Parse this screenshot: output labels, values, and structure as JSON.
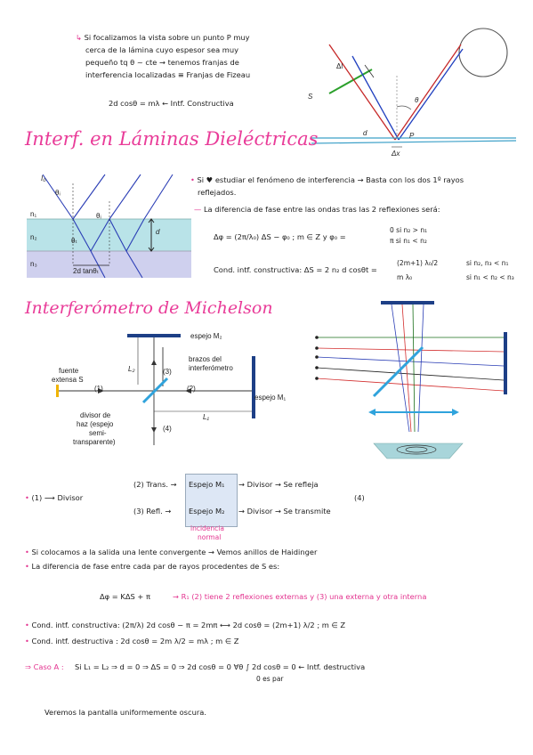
{
  "intro": {
    "line1": "Si focalizamos la vista sobre un punto P muy",
    "line2": "cerca de la lámina cuyo espesor sea muy",
    "line3": "pequeño tq θ ~ cte → tenemos franjas de",
    "line4": "interferencia localizadas ≡ Franjas de Fizeau",
    "formula": "2d cosθ = mλ ← Intf. Constructiva"
  },
  "fig1_labels": {
    "dl": "Δl",
    "s": "S",
    "theta": "θ",
    "d": "d",
    "p": "P",
    "dx": "Δx"
  },
  "section1": {
    "title": "Interf. en Láminas Dieléctricas",
    "bullet1a": "Si ♥ estudiar el fenómeno de interferencia → Basta con los dos 1º rayos",
    "bullet1b": "reflejados.",
    "bullet2a": "La diferencia de fase entre las ondas tras las 2 reflexiones será:",
    "phase": "Δφ = (2π/λ₀) ΔS − φ₀ ;  m ∈ Z  y  φ₀ =",
    "phase_c1": "0  si n₂ > n₁",
    "phase_c2": "π  si n₁ < n₂",
    "cond": "Cond. intf. constructiva:  ΔS = 2 n₂ d cosθt =",
    "cond_c1": "(2m+1) λ₀/2",
    "cond_c1r": "si n₂, n₃ < n₁",
    "cond_c2": "m λ₀",
    "cond_c2r": "si n₁ < n₂ < n₃"
  },
  "fig2_labels": {
    "i0": "I₀",
    "ti": "θᵢ",
    "ti2": "θᵢ",
    "tt": "θₜ",
    "n1": "n₁",
    "n2": "n₂",
    "n3": "n₃",
    "d": "d",
    "base": "2d tanθₜ"
  },
  "section2": {
    "title": "Interferómetro de Michelson"
  },
  "fig3_labels": {
    "m2": "espejo M₂",
    "arms1": "brazos del",
    "arms2": "interferómetro",
    "src1": "fuente",
    "src2": "extensa S",
    "m1": "espejo M₁",
    "l1": "L₁",
    "l2": "L₂",
    "r1": "(1)",
    "r2": "(2)",
    "r3": "(3)",
    "r4": "(4)",
    "bs1": "divisor de",
    "bs2": "haz (espejo",
    "bs3": "semi-",
    "bs4": "transparente)"
  },
  "flow": {
    "start": "(1) ⟶ Divisor",
    "top_a": "(2) Trans. →",
    "top_b": "Espejo M₁",
    "top_c": "→ Divisor → Se refleja",
    "bot_a": "(3) Refl. →",
    "bot_b": "Espejo M₂",
    "bot_c": "→ Divisor → Se transmite",
    "end": "(4)",
    "note1": "incidencia",
    "note2": "normal"
  },
  "bullets": {
    "b1": "Si colocamos a la salida una lente convergente → Vemos anillos de Haidinger",
    "b2": "La diferencia de fase entre cada par de rayos procedentes de S es:",
    "phase_a": "Δφ = KΔS + π",
    "phase_b": "→ R₁ (2) tiene 2 reflexiones externas y (3) una externa y otra interna",
    "b3": "Cond. intf. constructiva:  (2π/λ) 2d cosθ − π = 2mπ ⟷ 2d cosθ = (2m+1) λ/2 ; m ∈ Z",
    "b4": "Cond. intf. destructiva : 2d cosθ = 2m λ/2 = mλ ; m ∈ Z"
  },
  "caso": {
    "prefix": "⇒ Caso A :",
    "text": "Si L₁ = L₂ ⇒ d = 0 ⇒ ΔS = 0 ⇒ 2d cosθ = 0 ∀θ  ∫ 2d cosθ = 0 ← Intf. destructiva",
    "sub": "0 es par",
    "final": "Veremos la pantalla uniformemente oscura."
  }
}
